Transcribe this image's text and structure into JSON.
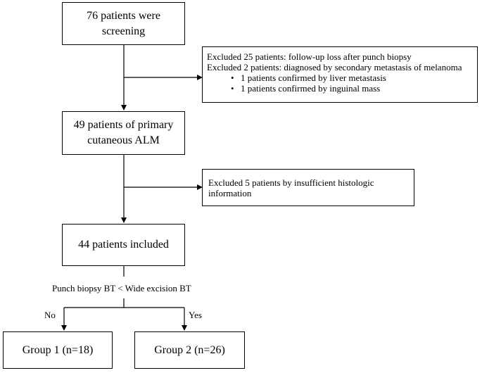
{
  "flow": {
    "screening": "76 patients were screening",
    "excluded_followup": {
      "line1": "Excluded 25 patients: follow-up loss after punch biopsy",
      "line2": "Excluded 2 patients: diagnosed by secondary metastasis of melanoma",
      "bullets": [
        "1 patients confirmed by liver metastasis",
        "1 patients confirmed by inguinal mass"
      ]
    },
    "primary": "49 patients of primary cutaneous ALM",
    "excluded_histology": "Excluded 5 patients by insufficient histologic information",
    "included": "44 patients included",
    "criterion": "Punch biopsy BT < Wide excision BT",
    "branch_no": "No",
    "branch_yes": "Yes",
    "group1": "Group 1 (n=18)",
    "group2": "Group 2 (n=26)"
  }
}
